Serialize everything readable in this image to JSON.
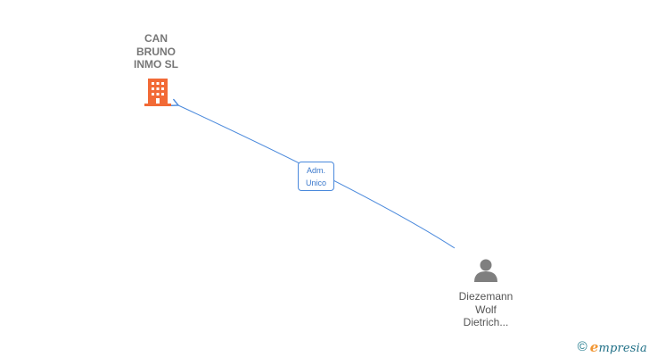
{
  "company": {
    "name": "CAN\nBRUNO\nINMO SL",
    "icon": "building-icon",
    "icon_color": "#f26a36"
  },
  "person": {
    "name": "Diezemann\nWolf\nDietrich...",
    "icon": "person-icon",
    "icon_color": "#7f7f7f"
  },
  "relation": {
    "line1": "Adm.",
    "line2": "Unico",
    "color": "#4a89dc"
  },
  "watermark": {
    "copyright_symbol": "©",
    "brand_first": "e",
    "brand_rest": "mpresia"
  }
}
